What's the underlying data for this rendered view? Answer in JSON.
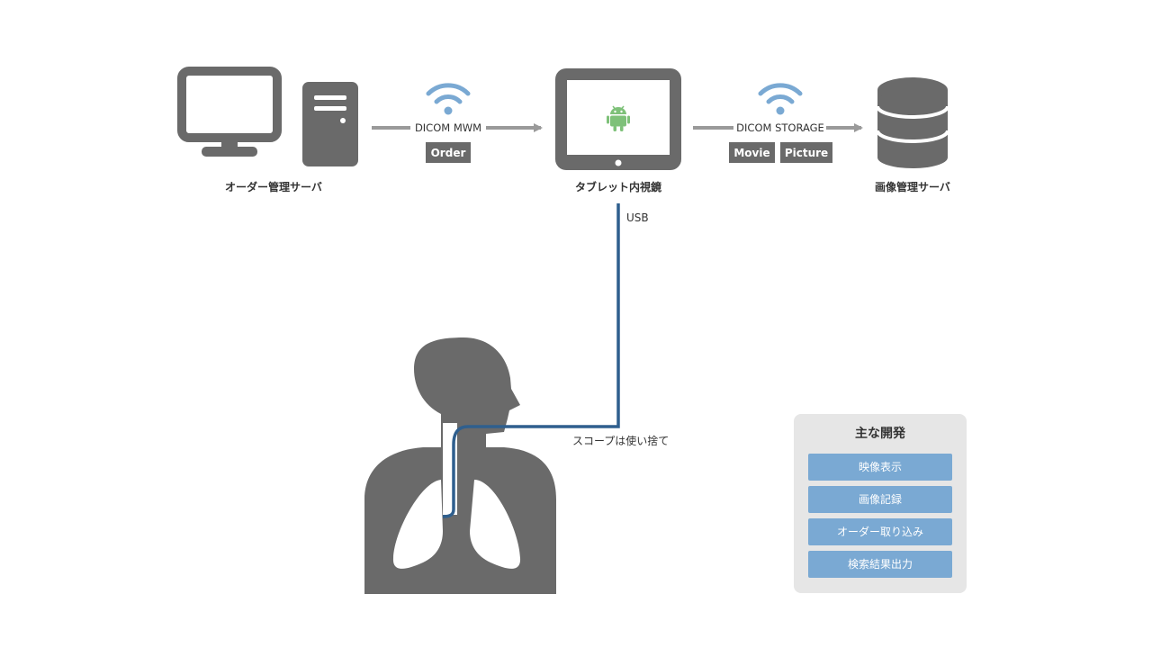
{
  "nodes": {
    "order_server": "オーダー管理サーバ",
    "tablet": "タブレット内視鏡",
    "image_server": "画像管理サーバ"
  },
  "connections": {
    "dicom_mwm": {
      "label": "DICOM MWM",
      "tags": [
        "Order"
      ]
    },
    "dicom_storage": {
      "label": "DICOM STORAGE",
      "tags": [
        "Movie",
        "Picture"
      ]
    },
    "usb": "USB",
    "scope_note": "スコープは使い捨て"
  },
  "development": {
    "title": "主な開発",
    "items": [
      "映像表示",
      "画像記録",
      "オーダー取り込み",
      "検索結果出力"
    ]
  },
  "colors": {
    "gray_icon": "#6a6a6a",
    "arrow": "#9a9a9a",
    "wifi": "#7aa9d3",
    "cable": "#2f5f8e",
    "android": "#7ec179",
    "panel_bg": "#e6e6e6",
    "panel_item": "#7aa9d3"
  },
  "icons": [
    "monitor-icon",
    "server-tower-icon",
    "wifi-icon",
    "tablet-icon",
    "android-icon",
    "database-icon",
    "patient-silhouette-icon",
    "lungs-icon"
  ]
}
